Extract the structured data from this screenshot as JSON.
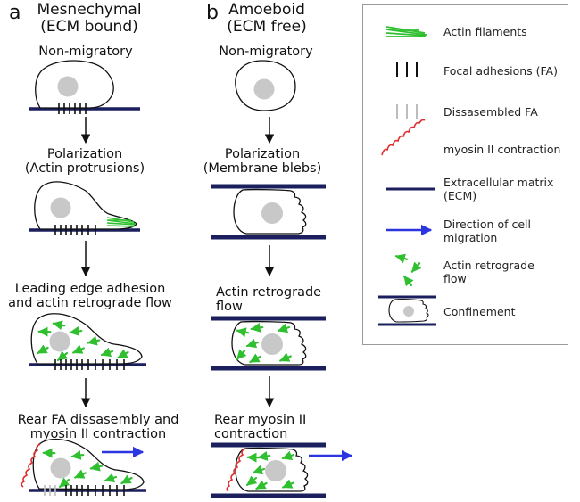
{
  "panel_a": {
    "letter": "a",
    "title": "Mesnechymal\n(ECM bound)",
    "steps": [
      "Non-migratory",
      "Polarization\n(Actin protrusions)",
      "Leading edge adhesion\nand actin retrograde flow",
      "Rear FA dissasembly and\nmyosin II contraction"
    ]
  },
  "panel_b": {
    "letter": "b",
    "title": "Amoeboid\n(ECM free)",
    "steps": [
      "Non-migratory",
      "Polarization\n(Membrane blebs)",
      "Actin retrograde\nflow",
      "Rear myosin II\ncontraction"
    ]
  },
  "legend": {
    "items": [
      {
        "label": "Actin filaments",
        "icon": "actin-filaments-icon"
      },
      {
        "label": "Focal adhesions (FA)",
        "icon": "focal-adhesions-icon"
      },
      {
        "label": "Dissasembled FA",
        "icon": "disassembled-fa-icon"
      },
      {
        "label": "myosin II contraction",
        "icon": "myosin-contraction-icon"
      },
      {
        "label": "Extracellular matrix\n(ECM)",
        "icon": "ecm-line-icon"
      },
      {
        "label": "Direction of cell\nmigration",
        "icon": "migration-arrow-icon"
      },
      {
        "label": "Actin retrograde\nflow",
        "icon": "retrograde-flow-icon"
      },
      {
        "label": "Confinement",
        "icon": "confinement-icon"
      }
    ]
  },
  "colors": {
    "ecm": "#1b1f5e",
    "actin": "#2fbf2f",
    "myosin": "#e03030",
    "nucleus": "#c8c8c8",
    "migration_arrow": "#2b35e0",
    "disassembled_fa": "#bdbdbd"
  }
}
